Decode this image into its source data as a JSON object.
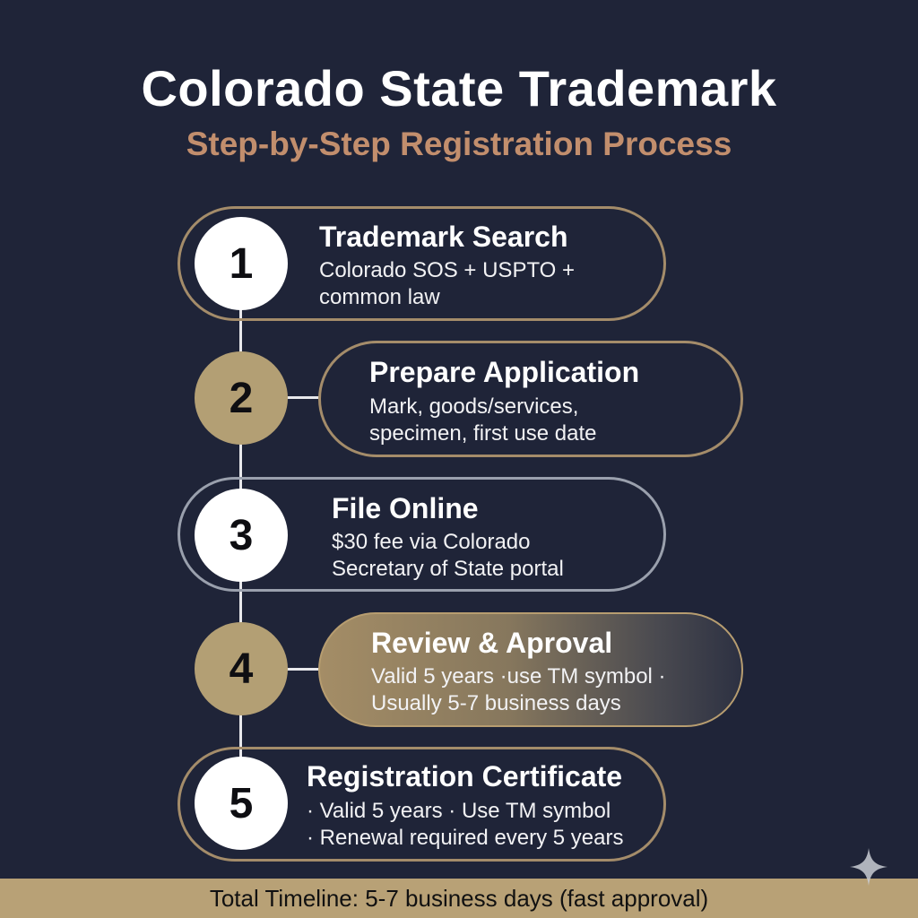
{
  "header": {
    "title": "Colorado State Trademark",
    "subtitle": "Step-by-Step Registration Process"
  },
  "steps": [
    {
      "number": "1",
      "title": "Trademark Search",
      "description": "Colorado SOS + USPTO +\ncommon law"
    },
    {
      "number": "2",
      "title": "Prepare Application",
      "description": "Mark, goods/services,\nspecimen, first use date"
    },
    {
      "number": "3",
      "title": "File Online",
      "description": "$30 fee via Colorado\nSecretary of State portal"
    },
    {
      "number": "4",
      "title": "Review & Aproval",
      "description": "Valid 5 years ·use TM symbol ·\nUsually 5-7 business days"
    },
    {
      "number": "5",
      "title": "Registration Certificate",
      "description": "· Valid 5 years · Use TM symbol\n· Renewal required every 5 years"
    }
  ],
  "footer": {
    "text": "Total Timeline: 5-7 business days (fast approval)"
  },
  "colors": {
    "background": "#1f2438",
    "accent_gold": "#b39f74",
    "subtitle": "#c28e6d",
    "footer_bar": "#b8a176"
  },
  "icons": {
    "corner": "sparkle-icon"
  }
}
